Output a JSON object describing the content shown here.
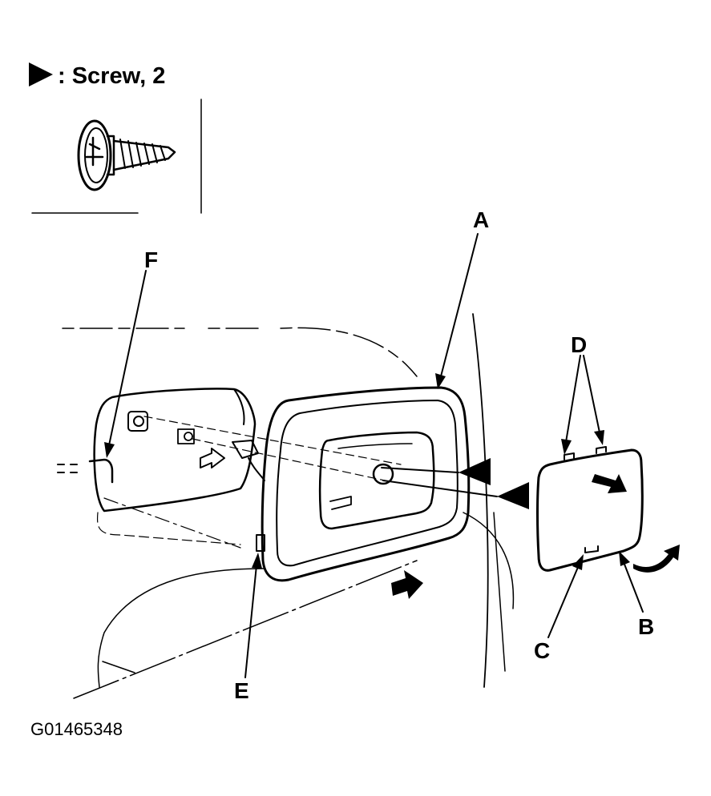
{
  "legend": {
    "symbol": "screw-arrowhead-icon",
    "text": ": Screw, 2"
  },
  "labels": {
    "a": "A",
    "b": "B",
    "c": "C",
    "d": "D",
    "e": "E",
    "f": "F"
  },
  "figure_code": "G01465348",
  "colors": {
    "ink": "#000000",
    "paper": "#ffffff"
  }
}
